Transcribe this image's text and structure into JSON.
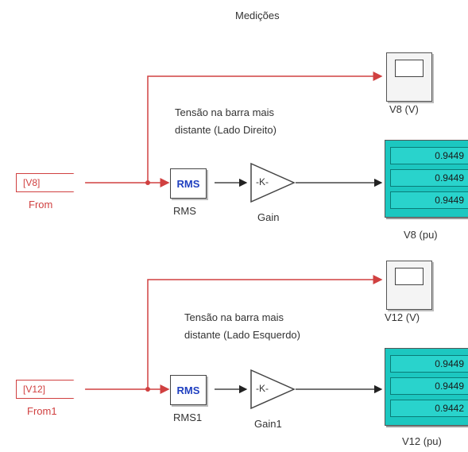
{
  "title": "Medições",
  "top": {
    "from_tag": "[V8]",
    "from_name": "From",
    "annotation": [
      "Tensão na barra mais",
      "distante (Lado Direito)"
    ],
    "rms_text": "RMS",
    "rms_name": "RMS",
    "gain_text": "-K-",
    "gain_name": "Gain",
    "scope_name": "V8 (V)",
    "display_name": "V8 (pu)",
    "display_values": [
      "0.9449",
      "0.9449",
      "0.9449"
    ]
  },
  "bottom": {
    "from_tag": "[V12]",
    "from_name": "From1",
    "annotation": [
      "Tensão na barra mais",
      "distante (Lado Esquerdo)"
    ],
    "rms_text": "RMS",
    "rms_name": "RMS1",
    "gain_text": "-K-",
    "gain_name": "Gain1",
    "scope_name": "V12 (V)",
    "display_name": "V12 (pu)",
    "display_values": [
      "0.9449",
      "0.9449",
      "0.9442"
    ]
  },
  "colors": {
    "signal": "#d04040",
    "line": "#222222",
    "display": "#1cc7c0"
  }
}
